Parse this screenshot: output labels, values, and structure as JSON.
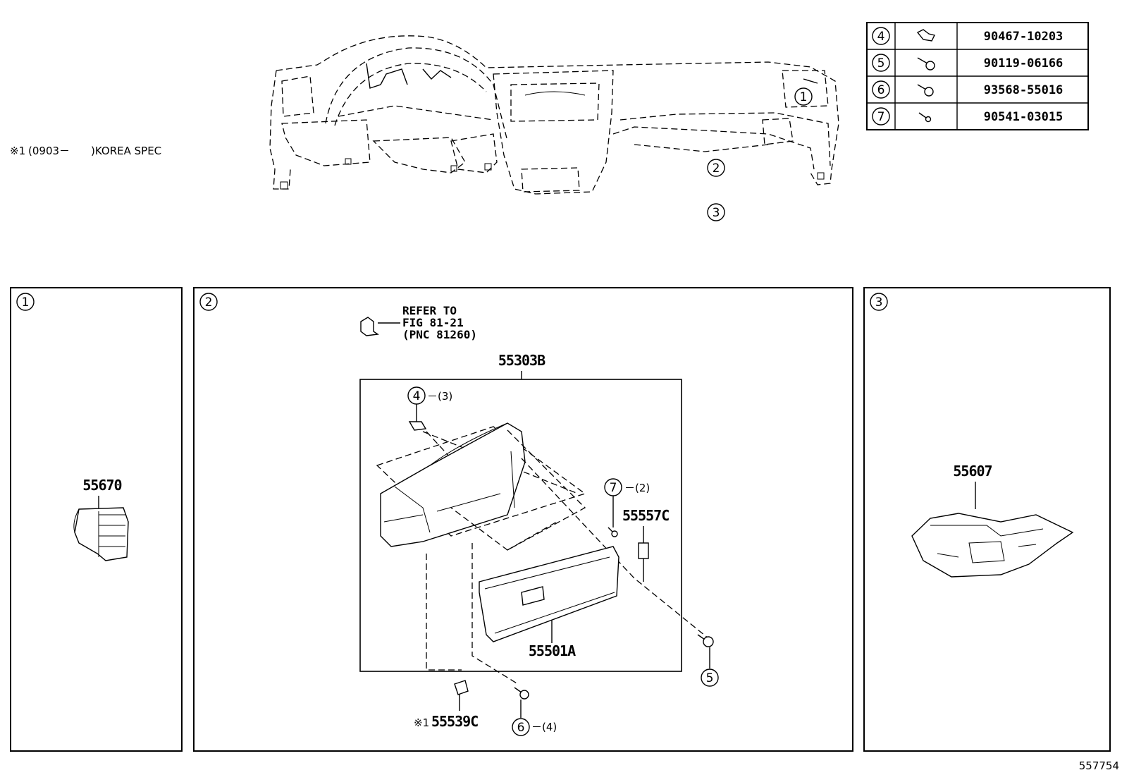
{
  "note": {
    "mark": "※1",
    "text": "(0903－　　)KOREA SPEC"
  },
  "fastener_table": [
    {
      "callout": "4",
      "part_no": "90467-10203",
      "icon": "clip-icon"
    },
    {
      "callout": "5",
      "part_no": "90119-06166",
      "icon": "bolt-icon"
    },
    {
      "callout": "6",
      "part_no": "93568-55016",
      "icon": "screw-icon"
    },
    {
      "callout": "7",
      "part_no": "90541-03015",
      "icon": "pin-icon"
    }
  ],
  "overview_callouts": [
    "1",
    "2",
    "3"
  ],
  "panels": {
    "p1": {
      "callout": "1",
      "part": "55670"
    },
    "p2": {
      "callout": "2",
      "refer": [
        "REFER TO",
        "FIG 81-21",
        "(PNC 81260)"
      ],
      "assembly": "55303B",
      "glove_box": "55501A",
      "damper": "55557C",
      "lock_part": "55539C",
      "lock_mark": "※1",
      "c4": {
        "num": "4",
        "qty": "－(3)"
      },
      "c7": {
        "num": "7",
        "qty": "－(2)"
      },
      "c5": {
        "num": "5"
      },
      "c6": {
        "num": "6",
        "qty": "－(4)"
      }
    },
    "p3": {
      "callout": "3",
      "part": "55607"
    }
  },
  "figure_id": "557754"
}
